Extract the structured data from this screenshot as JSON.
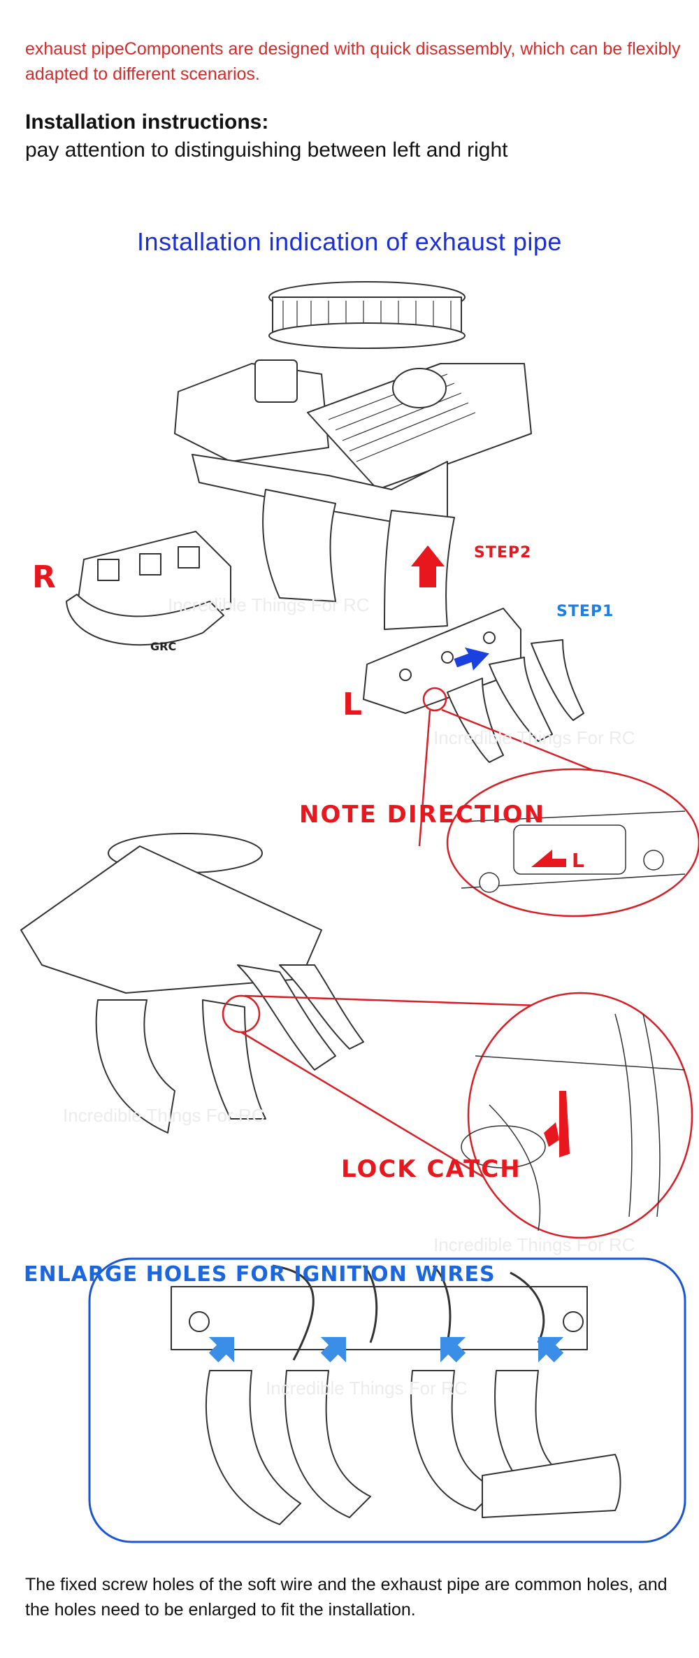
{
  "intro_text": "exhaust pipeComponents are designed with quick disassembly, which can be flexibly adapted to different scenarios.",
  "instructions": {
    "heading": "Installation instructions:",
    "subheading": "pay attention to distinguishing between left and right"
  },
  "diagram": {
    "title": "Installation indication of exhaust pipe",
    "labels": {
      "right": "R",
      "left": "L",
      "step2": "STEP2",
      "step1": "STEP1",
      "note_direction": "NOTE DIRECTION",
      "lock_catch": "LOCK CATCH",
      "enlarge_holes": "ENLARGE HOLES FOR IGNITION WIRES",
      "part_mark": "L",
      "brand_mark": "GRC"
    },
    "watermark": "Incredible Things For RC",
    "colors": {
      "red": "#e8161d",
      "blue": "#1a66e0",
      "arrow_blue": "#3a8ee8",
      "title_blue": "#1a2fd6"
    }
  },
  "outro_text": "The fixed screw holes of the soft wire and the exhaust pipe are common holes, and the holes need to be enlarged to fit the installation."
}
